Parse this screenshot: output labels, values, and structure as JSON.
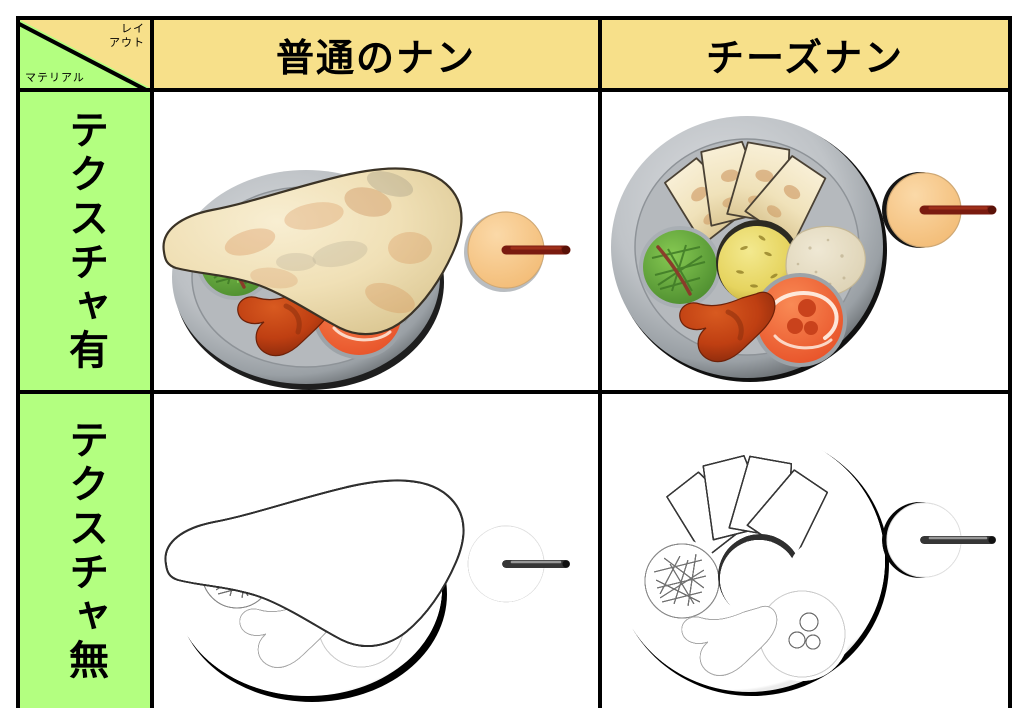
{
  "figure": {
    "kind": "comparison-matrix",
    "corner": {
      "column_axis_label_line1": "レイ",
      "column_axis_label_line2": "アウト",
      "row_axis_label": "マテリアル"
    },
    "columns": [
      {
        "id": "plain-naan",
        "label": "普通のナン"
      },
      {
        "id": "cheese-naan",
        "label": "チーズナン"
      }
    ],
    "rows": [
      {
        "id": "textured",
        "label": "テクスチャ有"
      },
      {
        "id": "untextured",
        "label": "テクスチャ無"
      }
    ],
    "cells": [
      {
        "row": "textured",
        "column": "plain-naan",
        "variant": "color",
        "naan_style": "whole"
      },
      {
        "row": "textured",
        "column": "cheese-naan",
        "variant": "color",
        "naan_style": "sliced"
      },
      {
        "row": "untextured",
        "column": "plain-naan",
        "variant": "grayscale",
        "naan_style": "whole"
      },
      {
        "row": "untextured",
        "column": "cheese-naan",
        "variant": "grayscale",
        "naan_style": "sliced"
      }
    ],
    "scene_items": [
      "thali-plate",
      "naan",
      "green-salad-bowl",
      "yellow-curry",
      "papad",
      "tandoori-chicken-leg",
      "tomato-curry-bowl",
      "lassi-glass",
      "drinking-straw"
    ],
    "colors": {
      "header_yellow": "#F7E08A",
      "header_green": "#B3FF80",
      "border_black": "#000000",
      "background_white": "#FFFFFF",
      "plate_gray": "#B9BDC1",
      "naan_cream": "#F0E2BC",
      "naan_char": "#B4703C",
      "salad_green": "#6DB33F",
      "curry_yellow": "#EDD96A",
      "papad_beige": "#E4DCC4",
      "chicken_orange": "#C8441A",
      "tomato_curry": "#F26B3A",
      "lassi_peach": "#F7C98B",
      "straw_red": "#7A1B10"
    }
  }
}
